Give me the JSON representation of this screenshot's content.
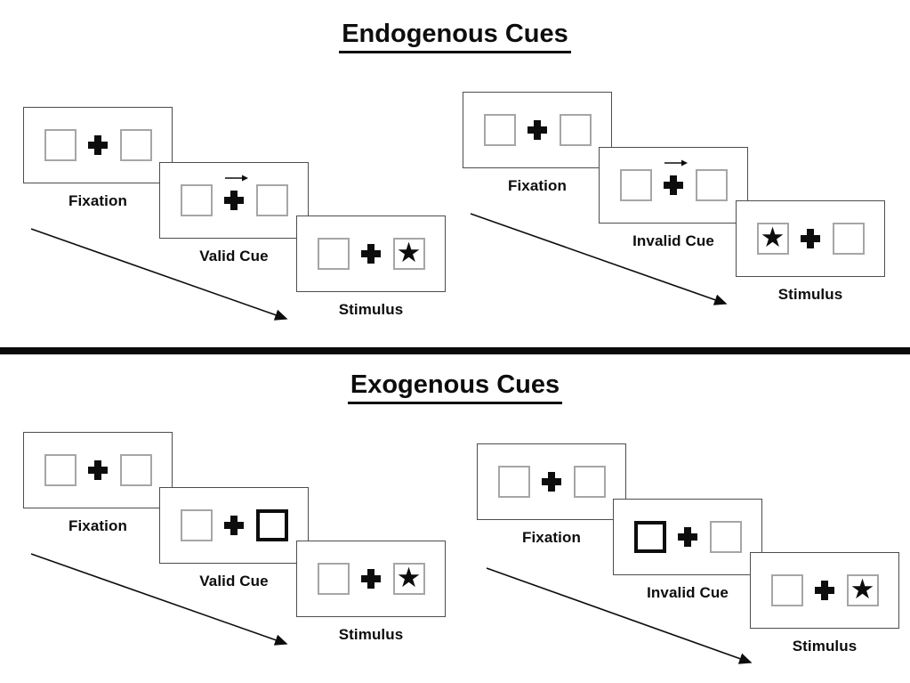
{
  "titles": {
    "endogenous": "Endogenous Cues",
    "exogenous": "Exogenous Cues"
  },
  "glyphs": {
    "star": "★"
  },
  "colors": {
    "ink": "#0d0d0d",
    "card_border": "#4d4d4d",
    "box_border": "#a6a6a6",
    "background": "#ffffff"
  },
  "panels": [
    {
      "id": "endogenous-valid",
      "cards": [
        {
          "label": "Fixation",
          "cue": "none",
          "star": "none"
        },
        {
          "label": "Valid Cue",
          "cue": "arrow-right",
          "star": "none"
        },
        {
          "label": "Stimulus",
          "cue": "none",
          "star": "right"
        }
      ]
    },
    {
      "id": "endogenous-invalid",
      "cards": [
        {
          "label": "Fixation",
          "cue": "none",
          "star": "none"
        },
        {
          "label": "Invalid Cue",
          "cue": "arrow-right",
          "star": "none"
        },
        {
          "label": "Stimulus",
          "cue": "none",
          "star": "left"
        }
      ]
    },
    {
      "id": "exogenous-valid",
      "cards": [
        {
          "label": "Fixation",
          "cue": "none",
          "star": "none"
        },
        {
          "label": "Valid Cue",
          "cue": "bold-right",
          "star": "none"
        },
        {
          "label": "Stimulus",
          "cue": "none",
          "star": "right"
        }
      ]
    },
    {
      "id": "exogenous-invalid",
      "cards": [
        {
          "label": "Fixation",
          "cue": "none",
          "star": "none"
        },
        {
          "label": "Invalid Cue",
          "cue": "bold-left",
          "star": "none"
        },
        {
          "label": "Stimulus",
          "cue": "none",
          "star": "right"
        }
      ]
    }
  ]
}
